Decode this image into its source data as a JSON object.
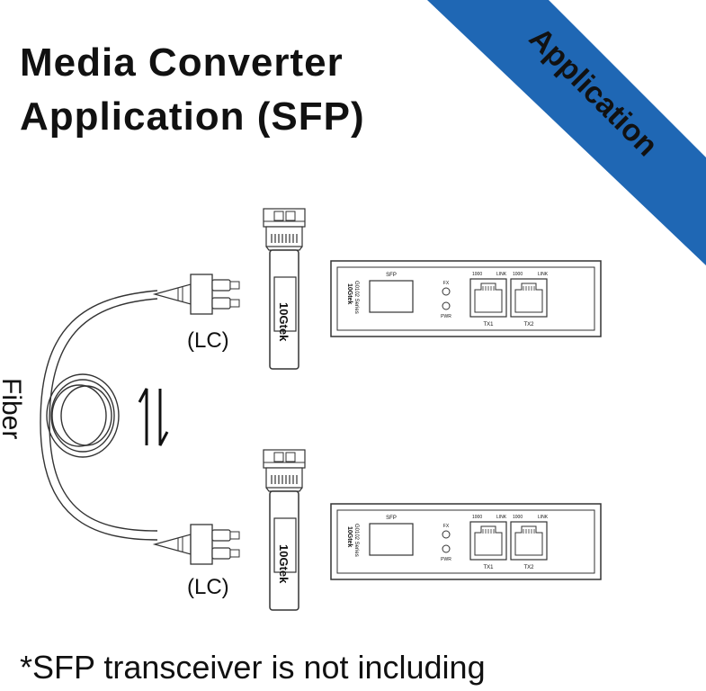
{
  "title": {
    "line1": "Media Converter",
    "line2": "Application (SFP)"
  },
  "banner": {
    "label": "Application",
    "color": "#1f67b4"
  },
  "fiber": {
    "label": "Fiber"
  },
  "connectors": {
    "top_label": "(LC)",
    "bottom_label": "(LC)"
  },
  "sfp": {
    "brand": "10Gtek"
  },
  "converter": {
    "brand": "10Gtek",
    "series": "G0102 Series",
    "sfp_label": "SFP",
    "fx_label": "FX",
    "pwr_label": "PWR",
    "port1_speed": "1000",
    "port1_link": "LINK",
    "port2_speed": "1000",
    "port2_link": "LINK",
    "tx1_label": "TX1",
    "tx2_label": "TX2"
  },
  "footnote": "*SFP transceiver is not including"
}
